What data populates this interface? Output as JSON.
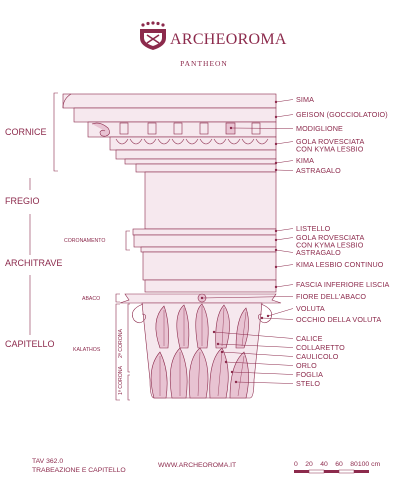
{
  "brand": {
    "name": "ARCHEOROMA",
    "subtitle": "PANTHEON",
    "accent": "#8c2a4c",
    "fill": "#f6e8ee"
  },
  "sections": {
    "cornice": "CORNICE",
    "fregio": "FREGIO",
    "architrave": "ARCHITRAVE",
    "capitello": "CAPITELLO"
  },
  "sublabels": {
    "coronamento": "CORONAMENTO",
    "abaco": "ABACO",
    "kalathos": "KALATHOS",
    "seconda_corona": "2ª CORONA",
    "prima_corona": "1ª CORONA"
  },
  "parts": [
    {
      "id": "sima",
      "lines": [
        "SIMA"
      ]
    },
    {
      "id": "geison",
      "lines": [
        "GEISON (GOCCIOLATOIO)"
      ]
    },
    {
      "id": "modiglione",
      "lines": [
        "MODIGLIONE"
      ]
    },
    {
      "id": "gola-rovesciata-1",
      "lines": [
        "GOLA ROVESCIATA",
        "CON KYMA LESBIO"
      ]
    },
    {
      "id": "kima",
      "lines": [
        "KIMA"
      ]
    },
    {
      "id": "astragalo-1",
      "lines": [
        "ASTRAGALO"
      ]
    },
    {
      "id": "listello",
      "lines": [
        "LISTELLO"
      ]
    },
    {
      "id": "gola-rovesciata-2",
      "lines": [
        "GOLA ROVESCIATA",
        "CON KYMA LESBIO"
      ]
    },
    {
      "id": "astragalo-2",
      "lines": [
        "ASTRAGALO"
      ]
    },
    {
      "id": "kyma-lesbio",
      "lines": [
        "KIMA LESBIO CONTINUO"
      ]
    },
    {
      "id": "fascia",
      "lines": [
        "FASCIA INFERIORE LISCIA"
      ]
    },
    {
      "id": "fiore",
      "lines": [
        "FIORE DELL'ABACO"
      ]
    },
    {
      "id": "voluta",
      "lines": [
        "VOLUTA"
      ]
    },
    {
      "id": "occhio",
      "lines": [
        "OCCHIO DELLA VOLUTA"
      ]
    },
    {
      "id": "calice",
      "lines": [
        "CALICE"
      ]
    },
    {
      "id": "collaretto",
      "lines": [
        "COLLARETTO"
      ]
    },
    {
      "id": "caulicolo",
      "lines": [
        "CAULICOLO"
      ]
    },
    {
      "id": "orlo",
      "lines": [
        "ORLO"
      ]
    },
    {
      "id": "foglia",
      "lines": [
        "FOGLIA"
      ]
    },
    {
      "id": "stelo",
      "lines": [
        "STELO"
      ]
    }
  ],
  "footer": {
    "plate_number": "TAV 362.0",
    "plate_title": "TRABEAZIONE E CAPITELLO",
    "website": "WWW.ARCHEOROMA.IT",
    "scale_ticks": [
      "0",
      "20",
      "40",
      "60",
      "80",
      "100 cm"
    ]
  }
}
